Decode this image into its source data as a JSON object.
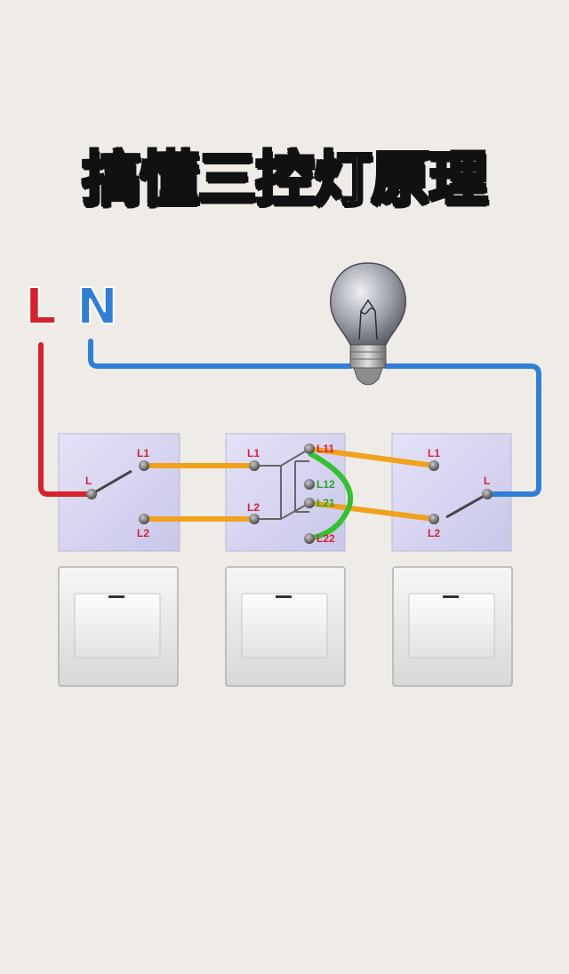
{
  "title": "搞懂三控灯原理",
  "supply": {
    "live_label": "L",
    "neutral_label": "N",
    "live_color": "#d8212a",
    "neutral_color": "#2f7fd9"
  },
  "colors": {
    "traveler_wire": "#f0a21c",
    "bridge_wire": "#33c12f",
    "terminal_label": "#d81f3a",
    "bridge_label": "#22a82a"
  },
  "switches": [
    {
      "name": "left-two-way",
      "terminals": [
        "L1",
        "L",
        "L2"
      ]
    },
    {
      "name": "middle-intermediate",
      "terminals": [
        "L1",
        "L2",
        "L11",
        "L12",
        "L21",
        "L22"
      ]
    },
    {
      "name": "right-two-way",
      "terminals": [
        "L1",
        "L",
        "L2"
      ]
    }
  ],
  "lamp": {
    "icon": "light-bulb-icon"
  },
  "panels": [
    "wall-switch-panel-left",
    "wall-switch-panel-middle",
    "wall-switch-panel-right"
  ]
}
